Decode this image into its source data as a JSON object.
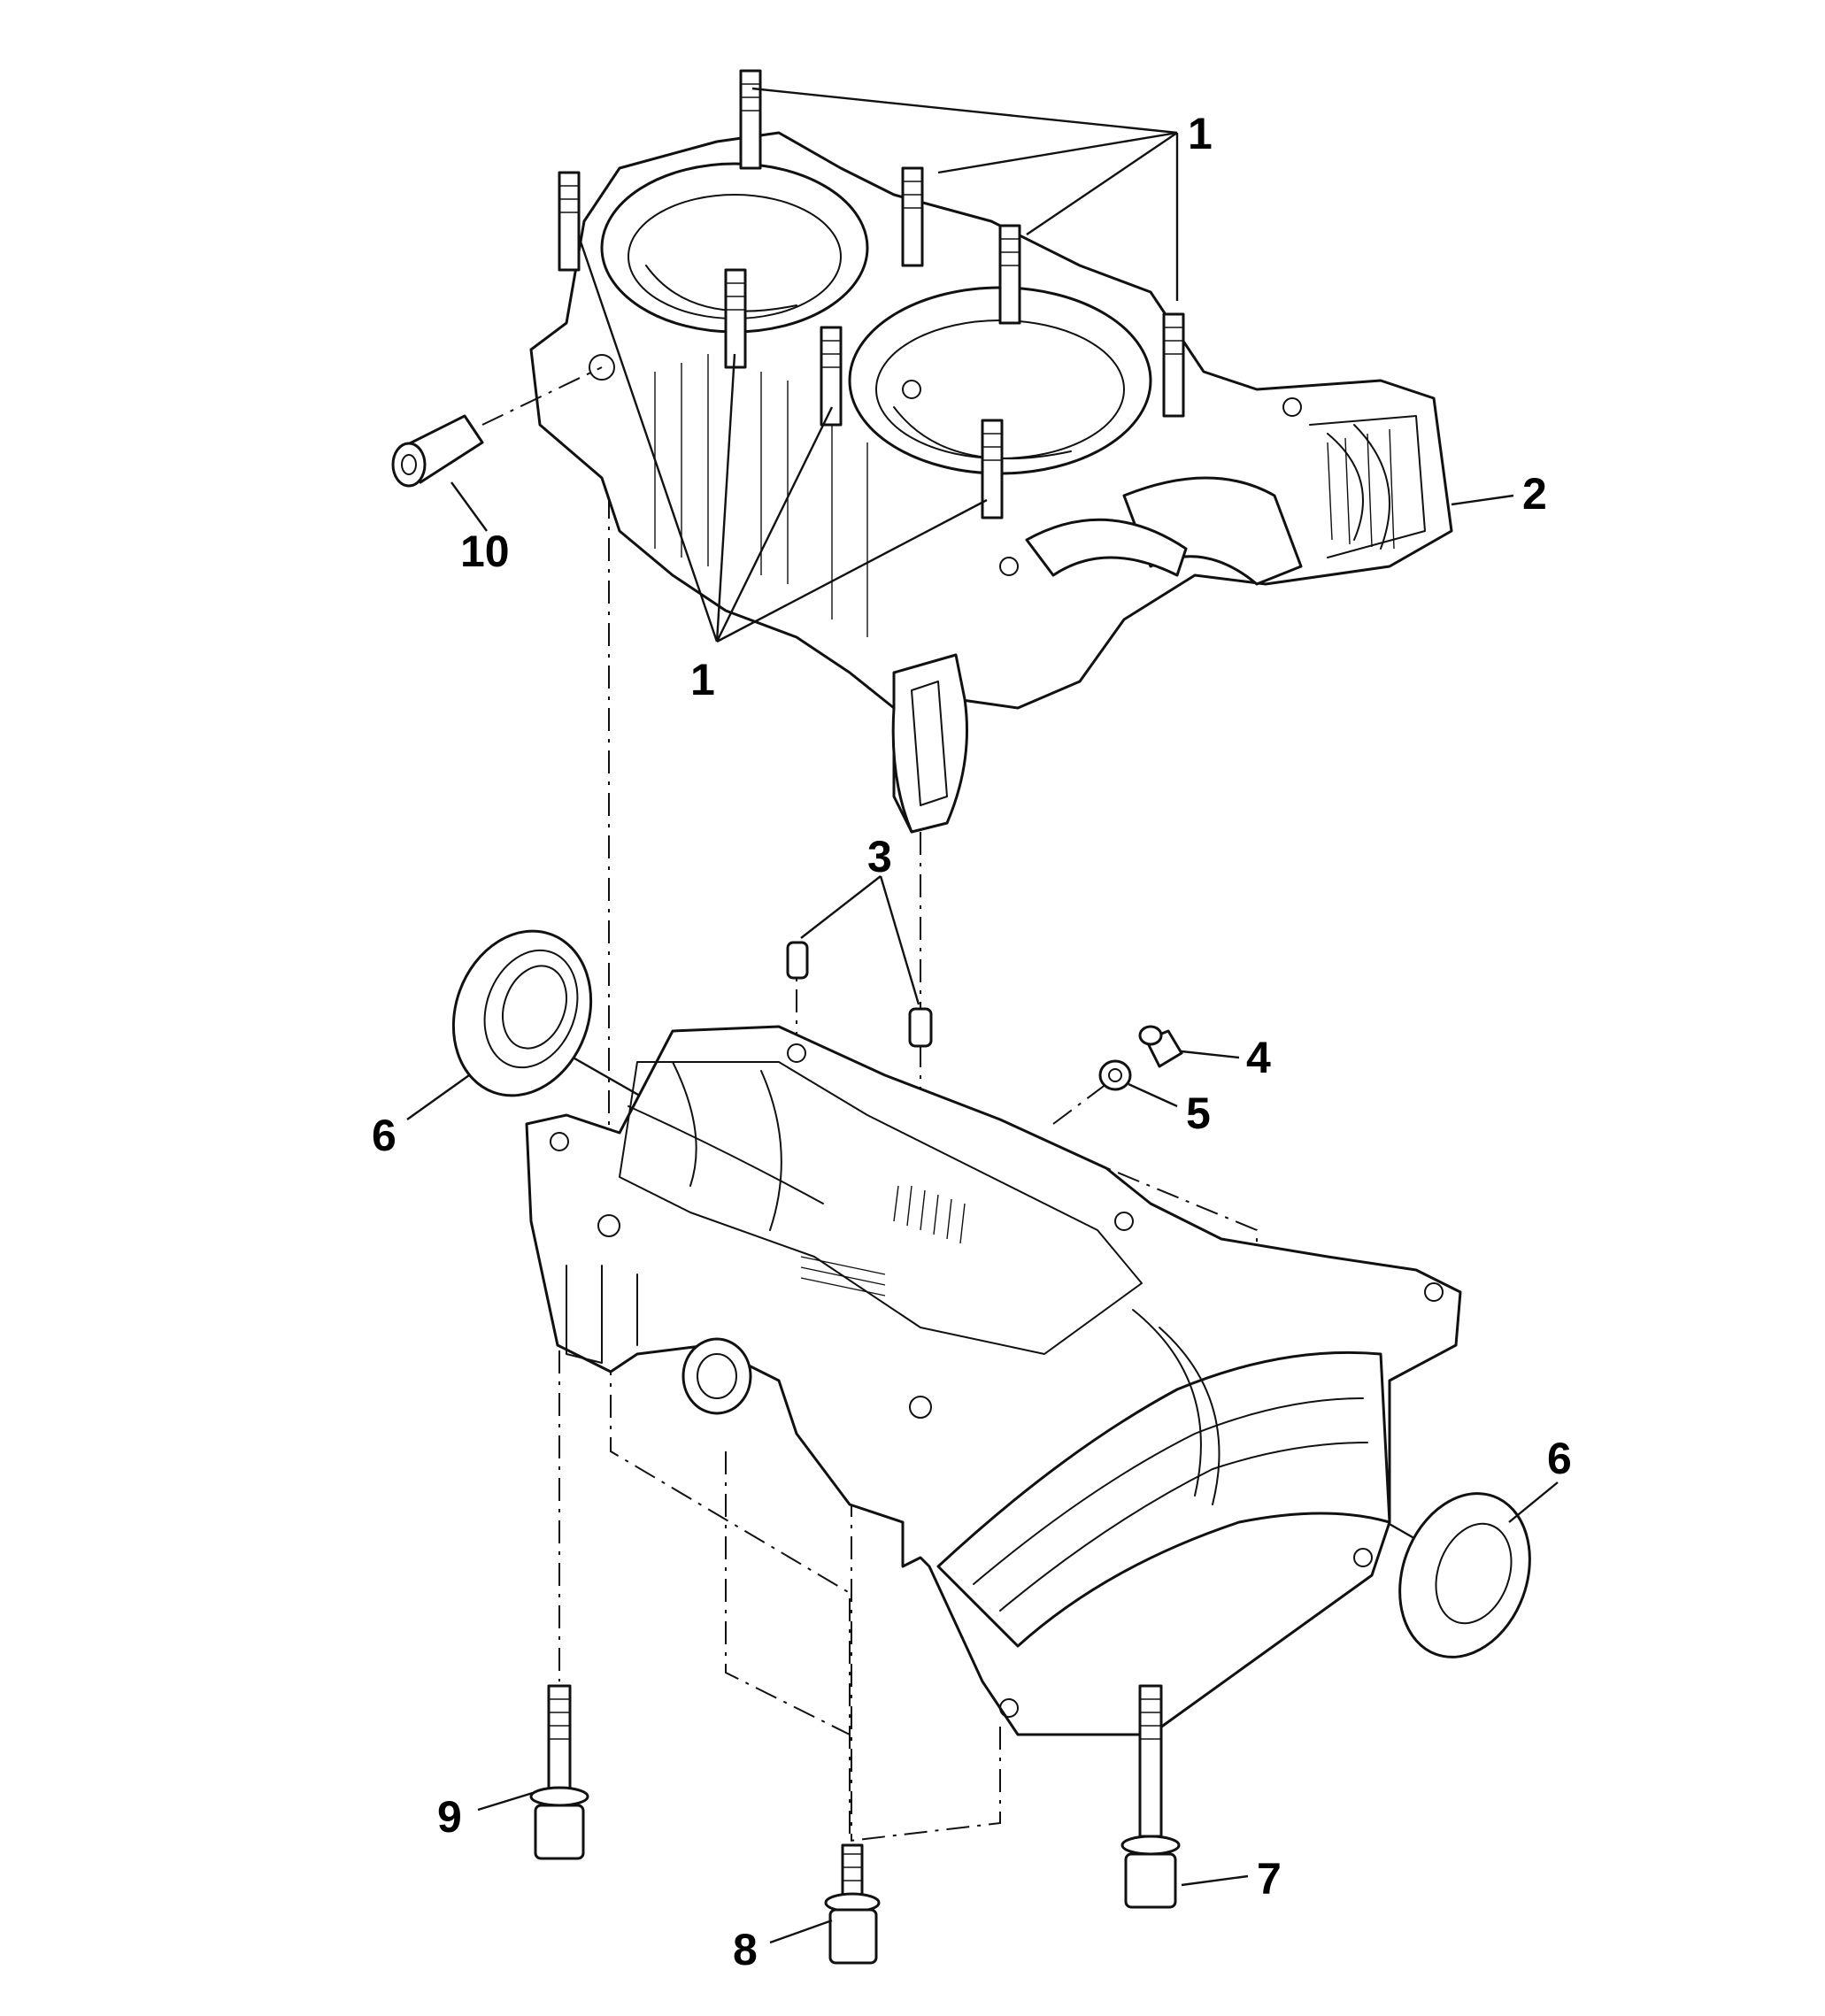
{
  "callouts": {
    "c1_top": "1",
    "c1_bottom": "1",
    "c2": "2",
    "c3": "3",
    "c4": "4",
    "c5": "5",
    "c6_left": "6",
    "c6_right": "6",
    "c7": "7",
    "c8": "8",
    "c9": "9",
    "c10": "10"
  },
  "colors": {
    "line": "#111111",
    "background": "#ffffff"
  }
}
